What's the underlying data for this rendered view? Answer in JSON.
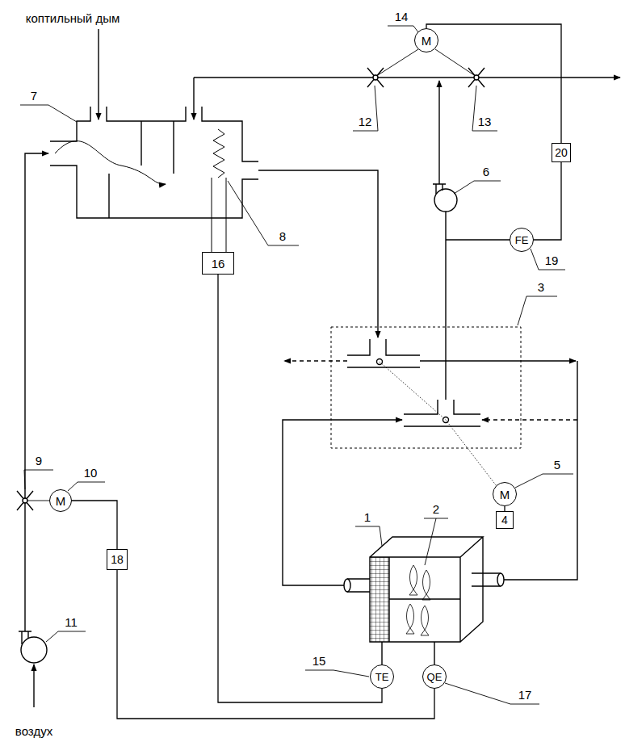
{
  "diagram": {
    "nodes": [
      {
        "text": [
          "M"
        ]
      },
      {
        "text": [
          "20"
        ]
      },
      {
        "text": [
          "FE"
        ]
      },
      {
        "text": [
          "16"
        ]
      },
      {
        "text": [
          "M"
        ]
      },
      {
        "text": [
          "M"
        ]
      },
      {
        "text": [
          "4"
        ]
      },
      {
        "text": [
          "18"
        ]
      },
      {
        "text": [
          "TE"
        ]
      },
      {
        "text": [
          "QE"
        ]
      }
    ],
    "edges": [
      {
        "from": 0,
        "to": 1,
        "arrow": "none"
      },
      {
        "from": 2,
        "to": 1,
        "arrow": "none"
      },
      {
        "from": 6,
        "to": 4,
        "arrow": "none"
      },
      {
        "from": 7,
        "to": 5,
        "arrow": "none"
      },
      {
        "from": 9,
        "to": 7,
        "arrow": "none"
      },
      {
        "from": 8,
        "to": 3,
        "arrow": "none"
      }
    ],
    "labels": [
      "коптильный дым",
      "воздух",
      "14",
      "7",
      "12",
      "13",
      "6",
      "19",
      "8",
      "3",
      "9",
      "10",
      "5",
      "1",
      "2",
      "11",
      "15",
      "17"
    ]
  }
}
